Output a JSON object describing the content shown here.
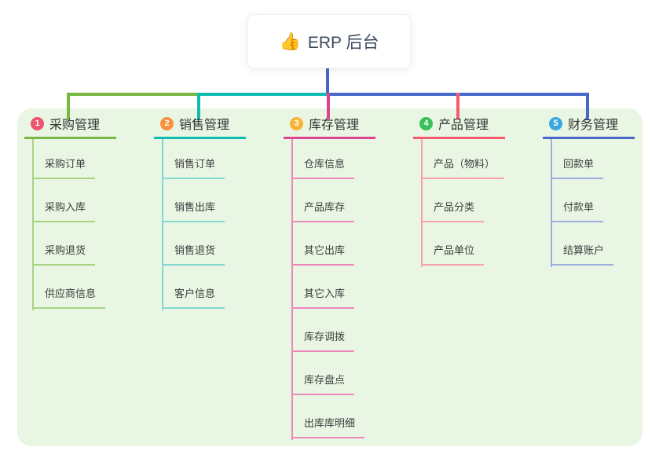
{
  "root": {
    "emoji": "👍",
    "label": "ERP 后台"
  },
  "colors": {
    "trunk": "#4966c9",
    "panel_background": "#e9f6e3"
  },
  "branches": [
    {
      "num": "1",
      "label": "采购管理",
      "badge_color": "#f0536d",
      "line_color": "#78b843",
      "child_line_color": "#a9d284",
      "children": [
        "采购订单",
        "采购入库",
        "采购退货",
        "供应商信息"
      ]
    },
    {
      "num": "2",
      "label": "销售管理",
      "badge_color": "#f9913e",
      "line_color": "#10bcb2",
      "child_line_color": "#85d8d1",
      "children": [
        "销售订单",
        "销售出库",
        "销售退货",
        "客户信息"
      ]
    },
    {
      "num": "3",
      "label": "库存管理",
      "badge_color": "#f8b336",
      "line_color": "#df4390",
      "child_line_color": "#ec87bc",
      "children": [
        "仓库信息",
        "产品库存",
        "其它出库",
        "其它入库",
        "库存调拨",
        "库存盘点",
        "出库库明细"
      ]
    },
    {
      "num": "4",
      "label": "产品管理",
      "badge_color": "#39bf5b",
      "line_color": "#f65b6d",
      "child_line_color": "#faa0ab",
      "children": [
        "产品（物料）",
        "产品分类",
        "产品单位"
      ]
    },
    {
      "num": "5",
      "label": "财务管理",
      "badge_color": "#3ba7de",
      "line_color": "#4966c9",
      "child_line_color": "#9cb0e0",
      "children": [
        "回款单",
        "付款单",
        "结算账户"
      ]
    }
  ]
}
